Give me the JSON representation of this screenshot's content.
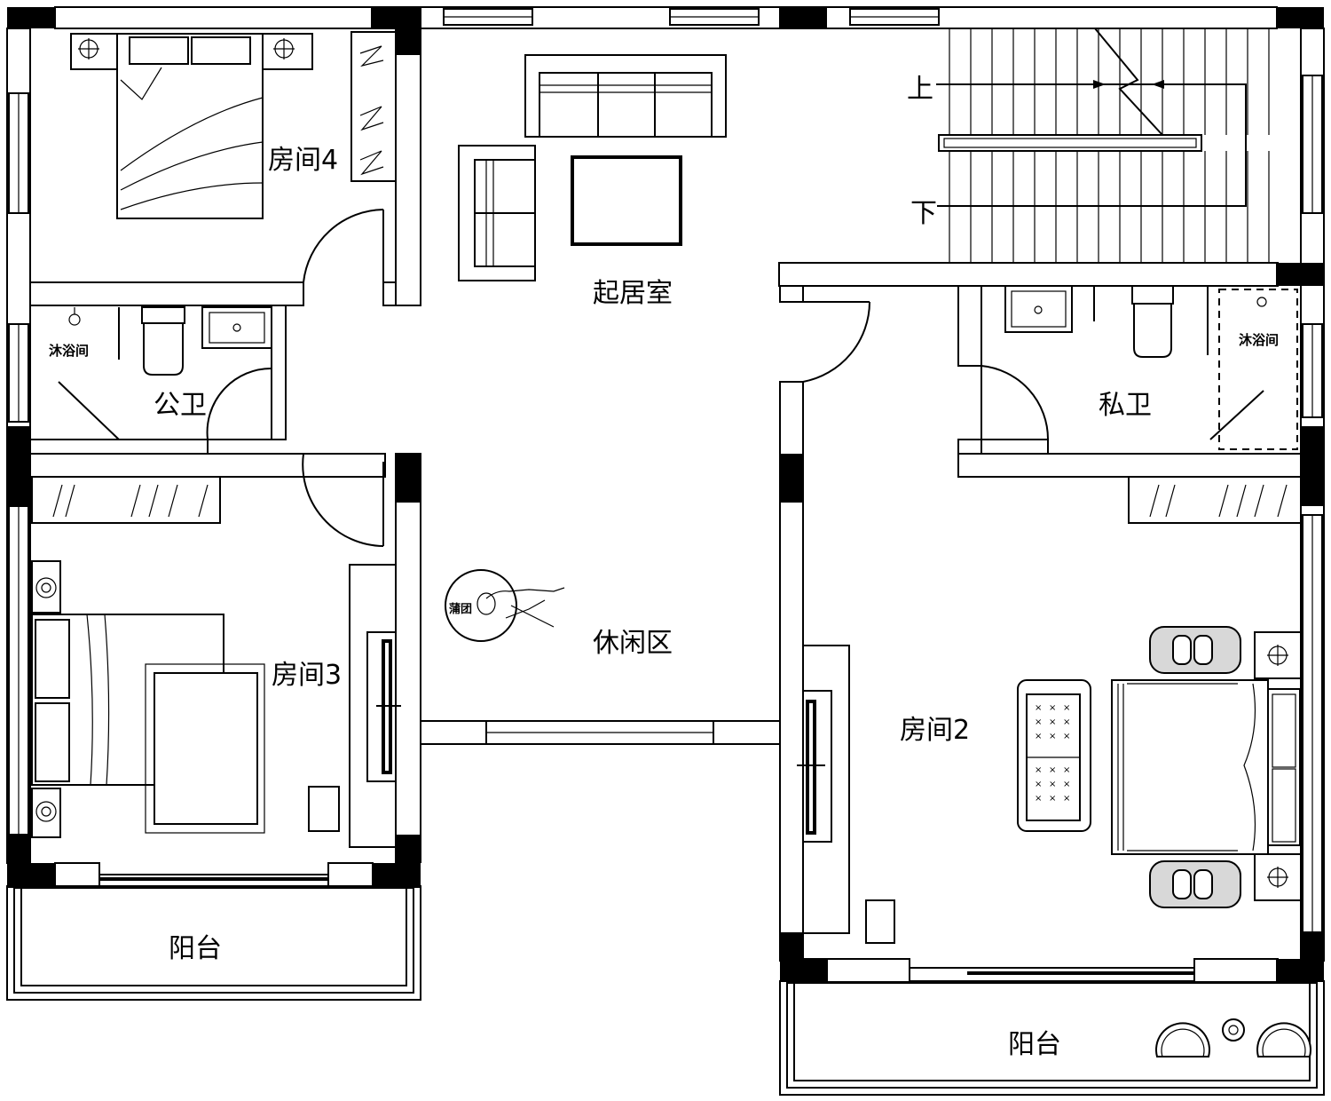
{
  "rooms": {
    "room4": "房间4",
    "living": "起居室",
    "public_bath": "公卫",
    "shower_left": "沐浴间",
    "private_bath": "私卫",
    "shower_right": "沐浴间",
    "room3": "房间3",
    "leisure": "休闲区",
    "room2": "房间2",
    "balcony_left": "阳台",
    "balcony_right": "阳台"
  },
  "stairs": {
    "up": "上",
    "down": "下"
  },
  "furniture": {
    "cushion": "蒲团"
  }
}
